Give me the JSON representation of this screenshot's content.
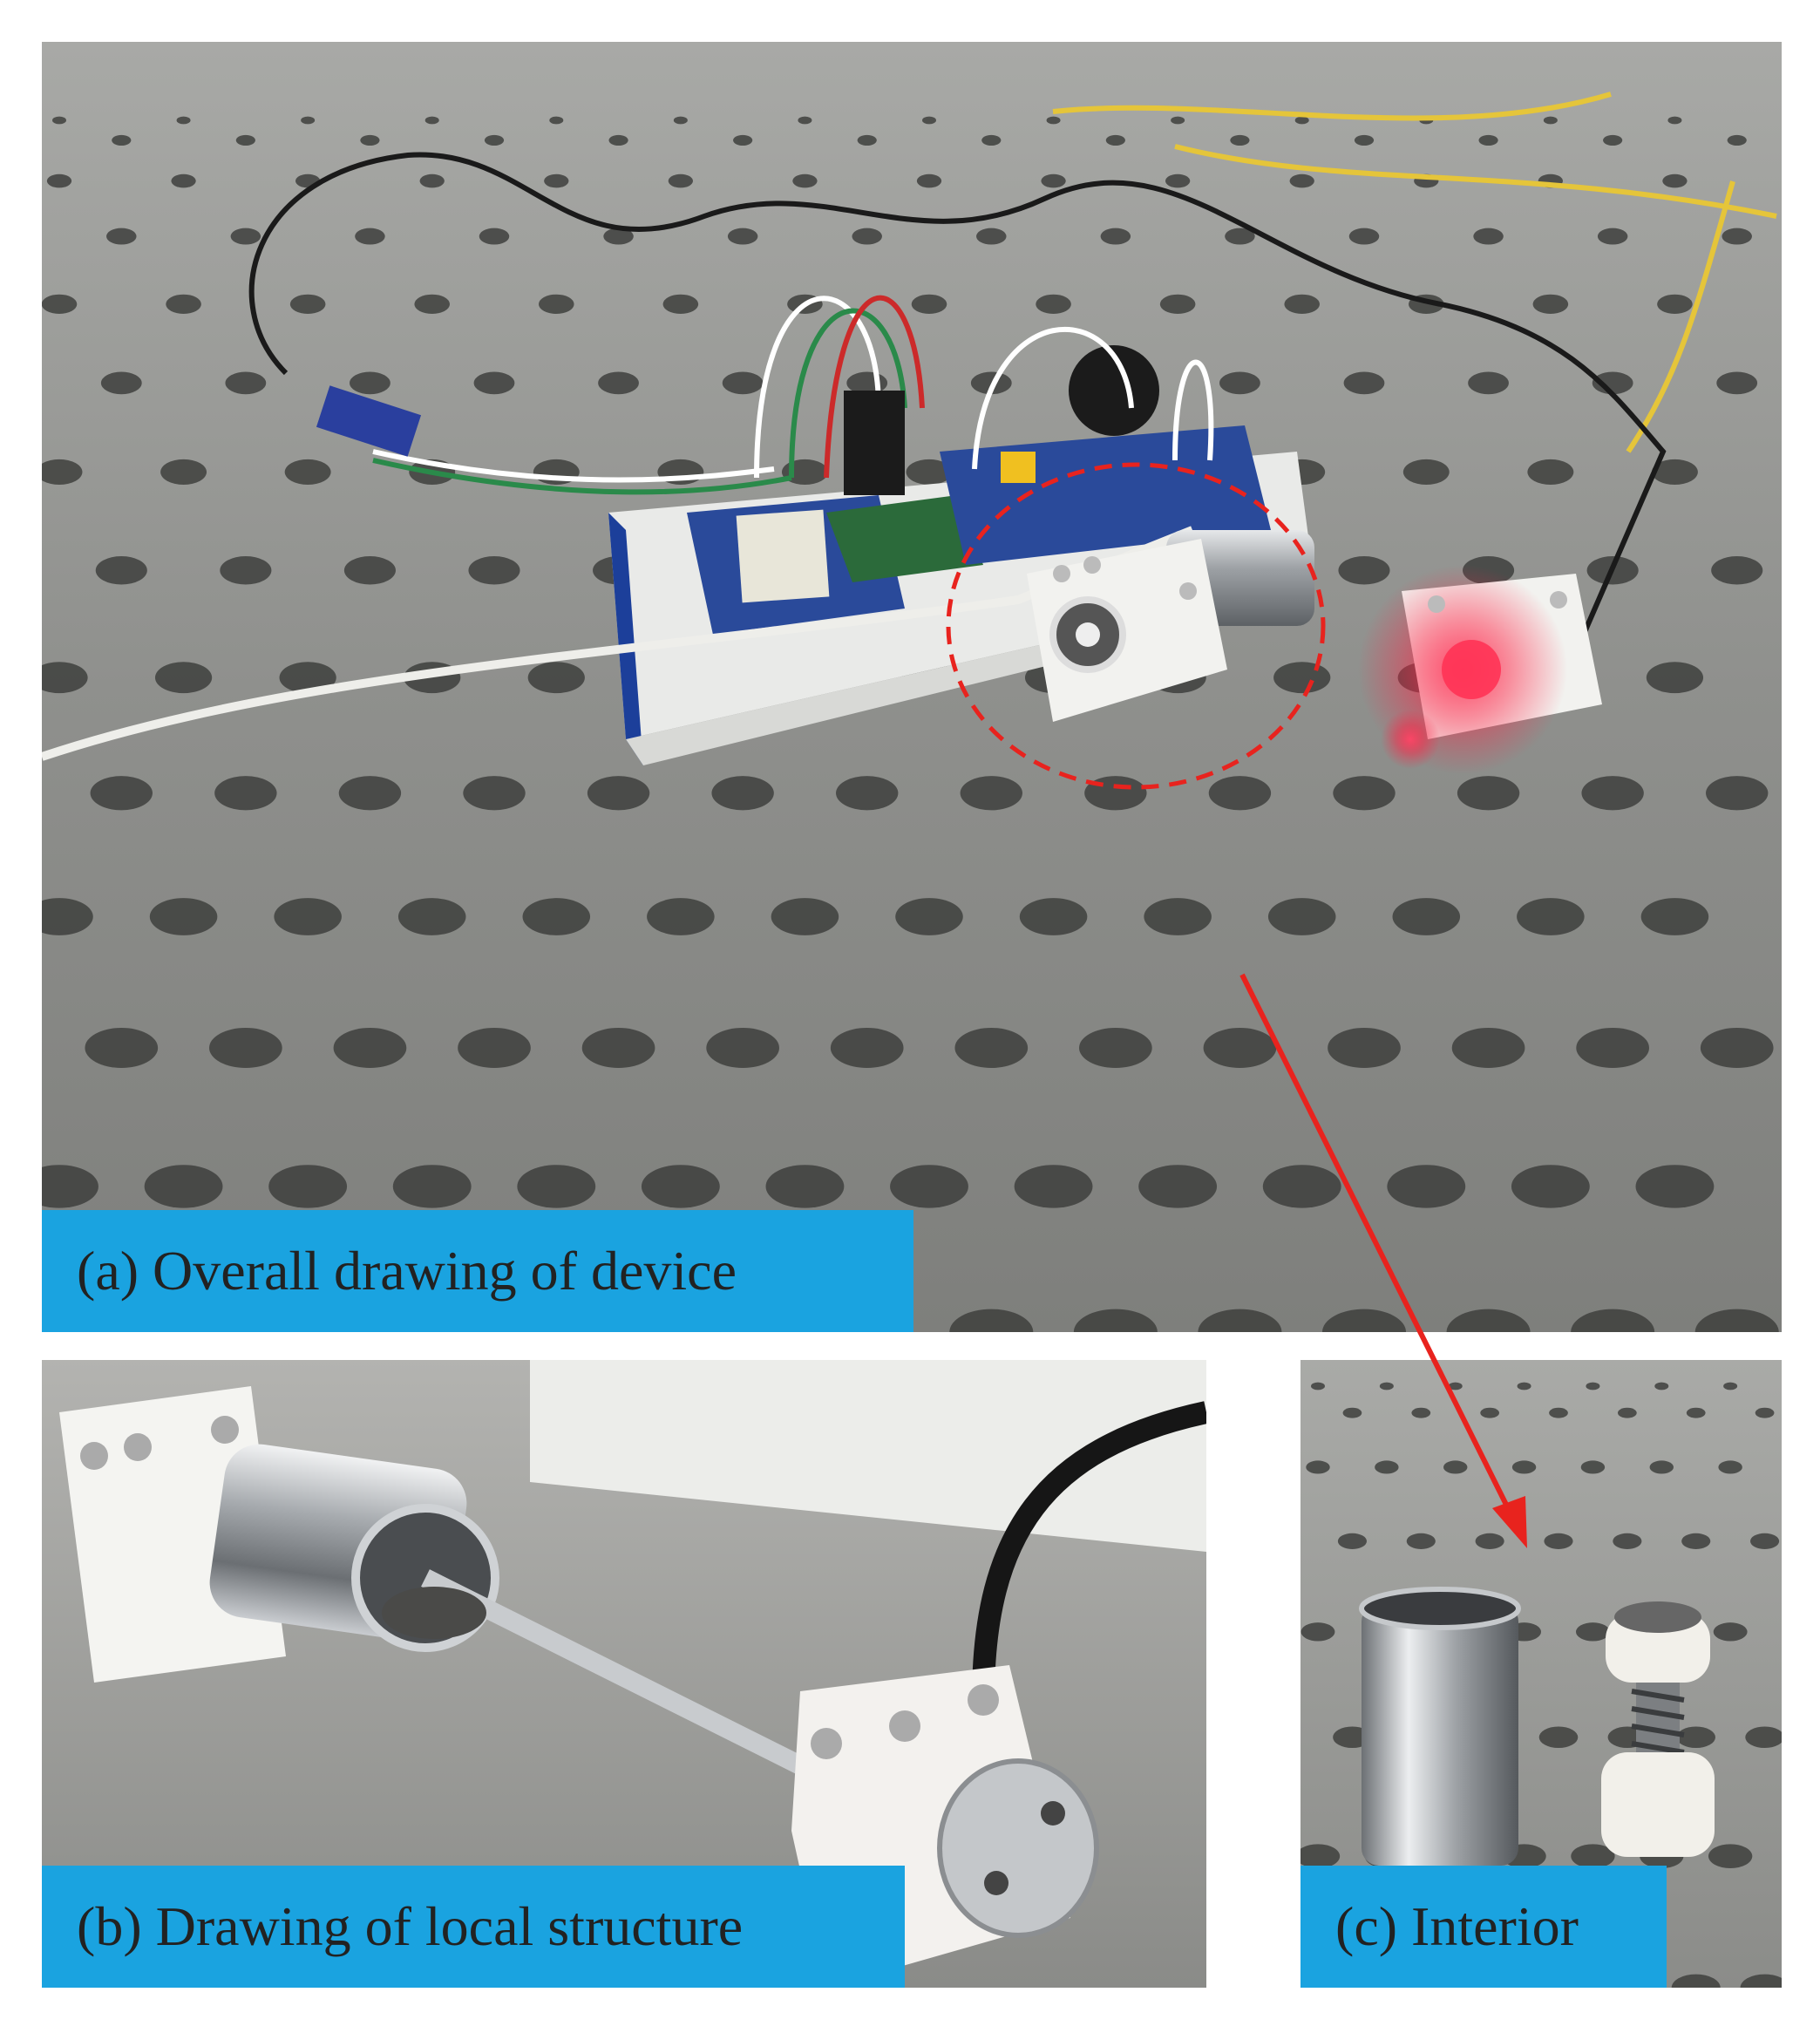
{
  "figure": {
    "panels": [
      {
        "id": "a",
        "caption": "(a) Overall drawing of device"
      },
      {
        "id": "b",
        "caption": "(b) Drawing of local structure"
      },
      {
        "id": "c",
        "caption": "(c) Interior"
      }
    ]
  },
  "colors": {
    "caption_bg": "#1aa3e0",
    "table_surface": "#8d8e8c",
    "annotation_red": "#e8231e",
    "laser_glow": "#ff3355",
    "fiber_yellow": "#e8c73a",
    "mount_white": "#f2f2ef",
    "steel": "#b9bcbf",
    "pcb_blue": "#2a4a9a",
    "breadboard_blue": "#1c3f9a"
  }
}
